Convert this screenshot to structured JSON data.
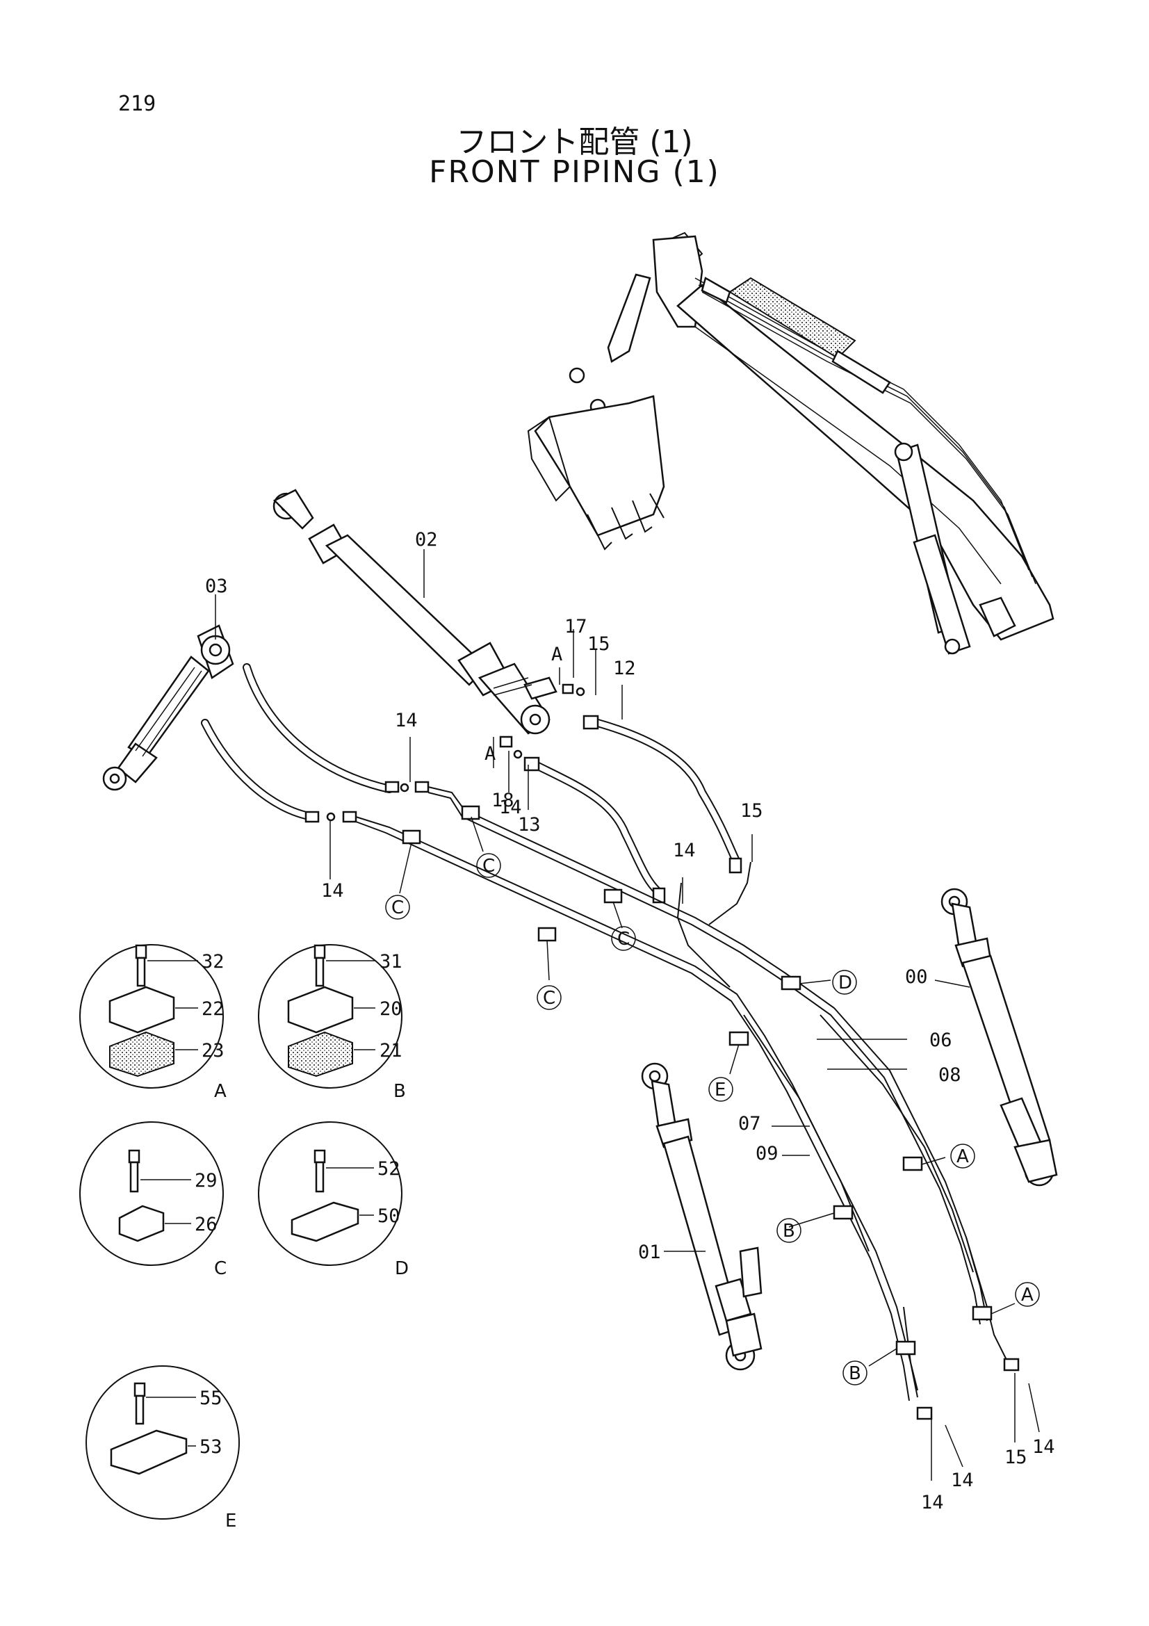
{
  "page_number": "219",
  "title_jp": "フロント配管 (1)",
  "title_en": "FRONT PIPING (1)",
  "part_labels": {
    "p00": "00",
    "p01": "01",
    "p02": "02",
    "p03": "03",
    "p06": "06",
    "p07": "07",
    "p08": "08",
    "p09": "09",
    "p12": "12",
    "p13": "13",
    "p14a": "14",
    "p14b": "14",
    "p14c": "14",
    "p14d": "14",
    "p14e": "14",
    "p14f": "14",
    "p14g": "14",
    "p15a": "15",
    "p15b": "15",
    "p15c": "15",
    "p17": "17",
    "p18": "18",
    "pA1": "A",
    "pA2": "A"
  },
  "clamp_callouts": {
    "c1": "C",
    "c2": "C",
    "c3": "C",
    "c4": "C",
    "d1": "D",
    "e1": "E",
    "a1": "A",
    "a2": "A",
    "b1": "B",
    "b2": "B"
  },
  "detail_views": {
    "A": {
      "bolt": "32",
      "upper": "22",
      "lower": "23",
      "view": "A"
    },
    "B": {
      "bolt": "31",
      "upper": "20",
      "lower": "21",
      "view": "B"
    },
    "C": {
      "bolt": "29",
      "clamp": "26",
      "view": "C"
    },
    "D": {
      "bolt": "52",
      "clamp": "50",
      "view": "D"
    },
    "E": {
      "bolt": "55",
      "clamp": "53",
      "view": "E"
    }
  }
}
